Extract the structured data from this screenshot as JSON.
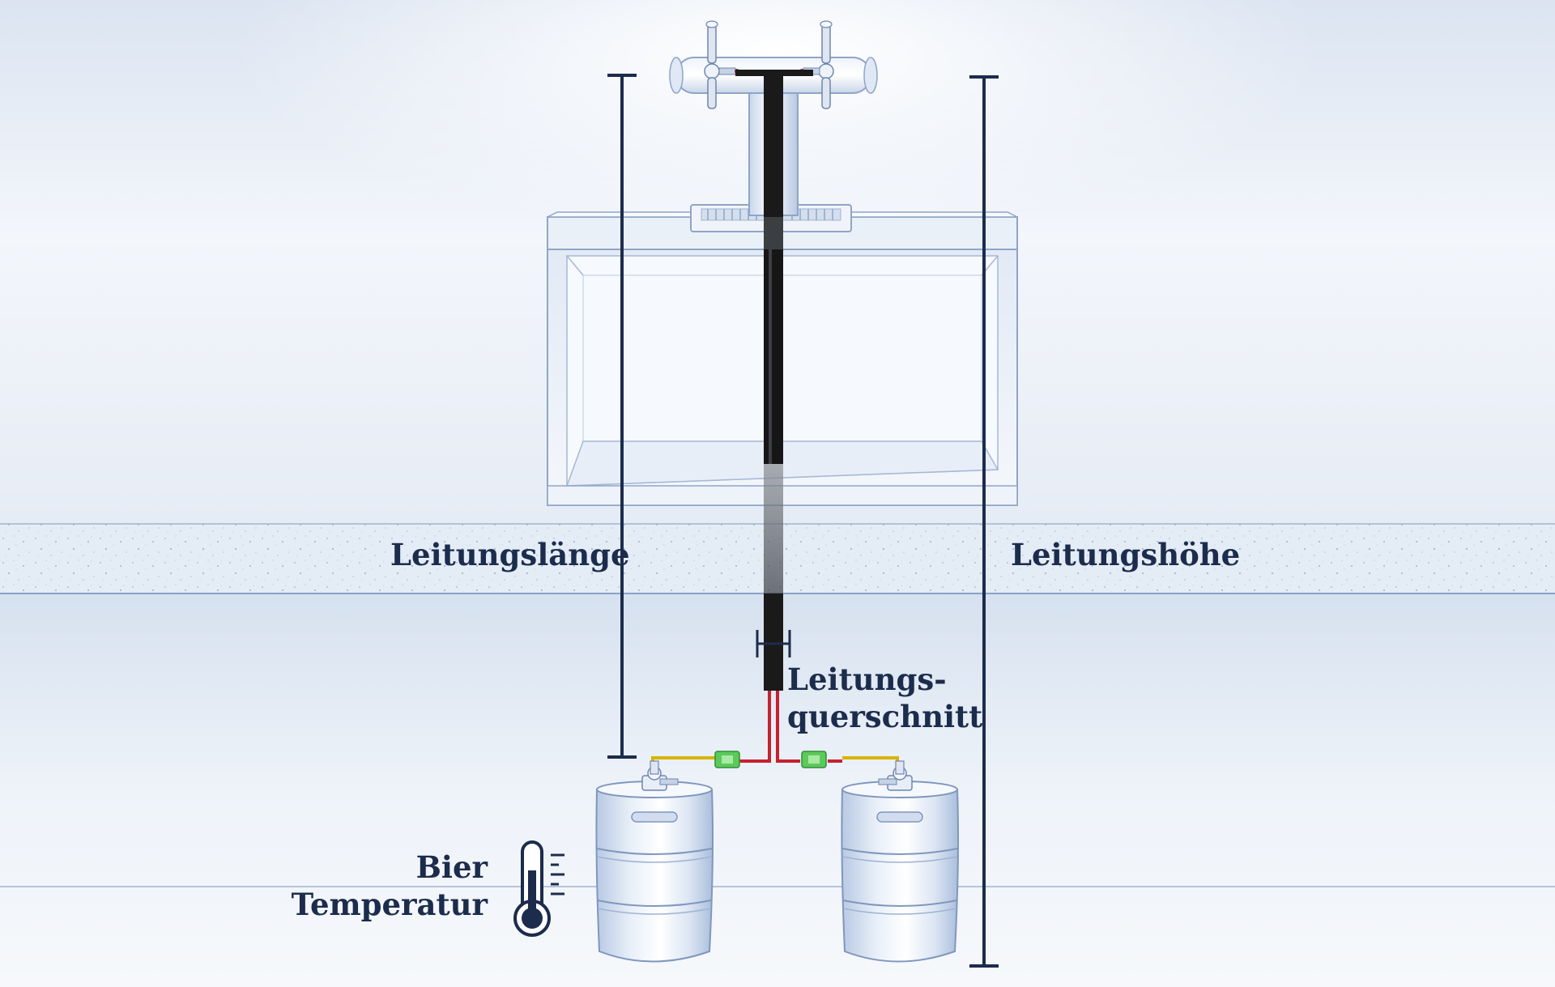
{
  "labels": {
    "line_length": "Leitungslänge",
    "line_height": "Leitungshöhe",
    "cross_section_line1": "Leitungs-",
    "cross_section_line2": "querschnitt",
    "temperature_line1": "Bier",
    "temperature_line2": "Temperatur"
  },
  "icons": {
    "thermometer": "thermometer-icon",
    "tap_tower": "beer-tap-tower-icon",
    "keg": "beer-keg-icon"
  },
  "colors": {
    "navy": "#1c2c4c",
    "beer_line_red": "#c8202e",
    "gas_line_yellow": "#d9b400",
    "coupler_green": "#5cc95c",
    "python_black": "#1a1a1a",
    "floor_blue": "#dfe8f4"
  }
}
